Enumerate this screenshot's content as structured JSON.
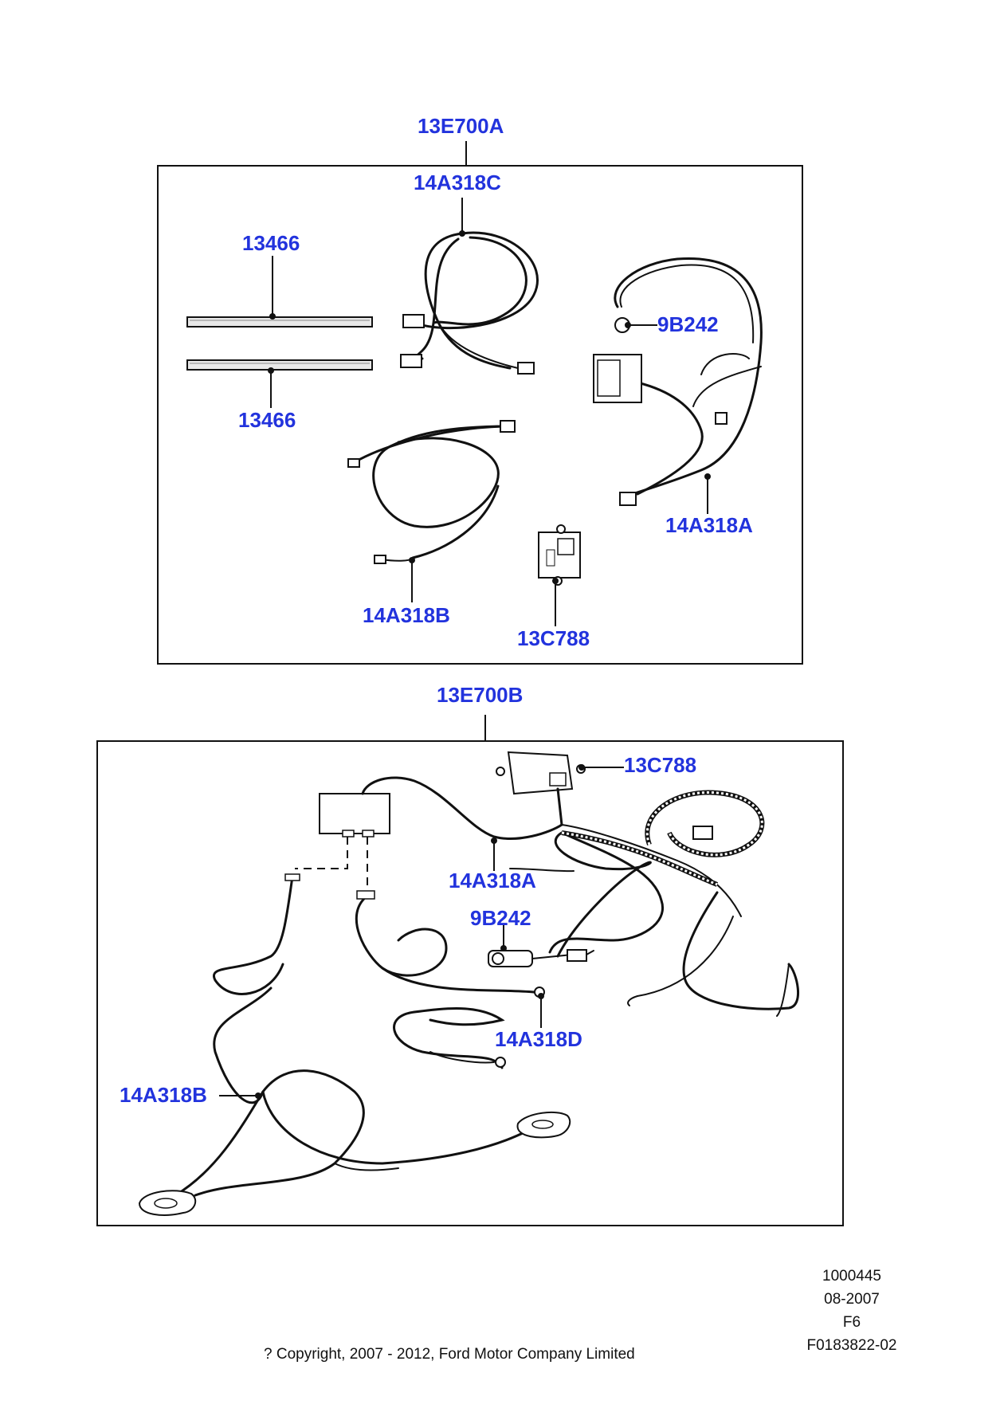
{
  "callouts": {
    "kit_a": "13E700A",
    "kit_b": "13E700B",
    "a_14a318c": "14A318C",
    "a_13466_top": "13466",
    "a_13466_bottom": "13466",
    "a_9b242": "9B242",
    "a_14a318a": "14A318A",
    "a_14a318b": "14A318B",
    "a_13c788": "13C788",
    "b_13c788": "13C788",
    "b_14a318a": "14A318A",
    "b_9b242": "9B242",
    "b_14a318d": "14A318D",
    "b_14a318b": "14A318B"
  },
  "footer": {
    "code1": "1000445",
    "date": "08-2007",
    "ref": "F6",
    "illustration": "F0183822-02",
    "copyright": "? Copyright, 2007 - 2012, Ford Motor Company Limited"
  },
  "colors": {
    "callout": "#2233dd",
    "line": "#111111"
  }
}
